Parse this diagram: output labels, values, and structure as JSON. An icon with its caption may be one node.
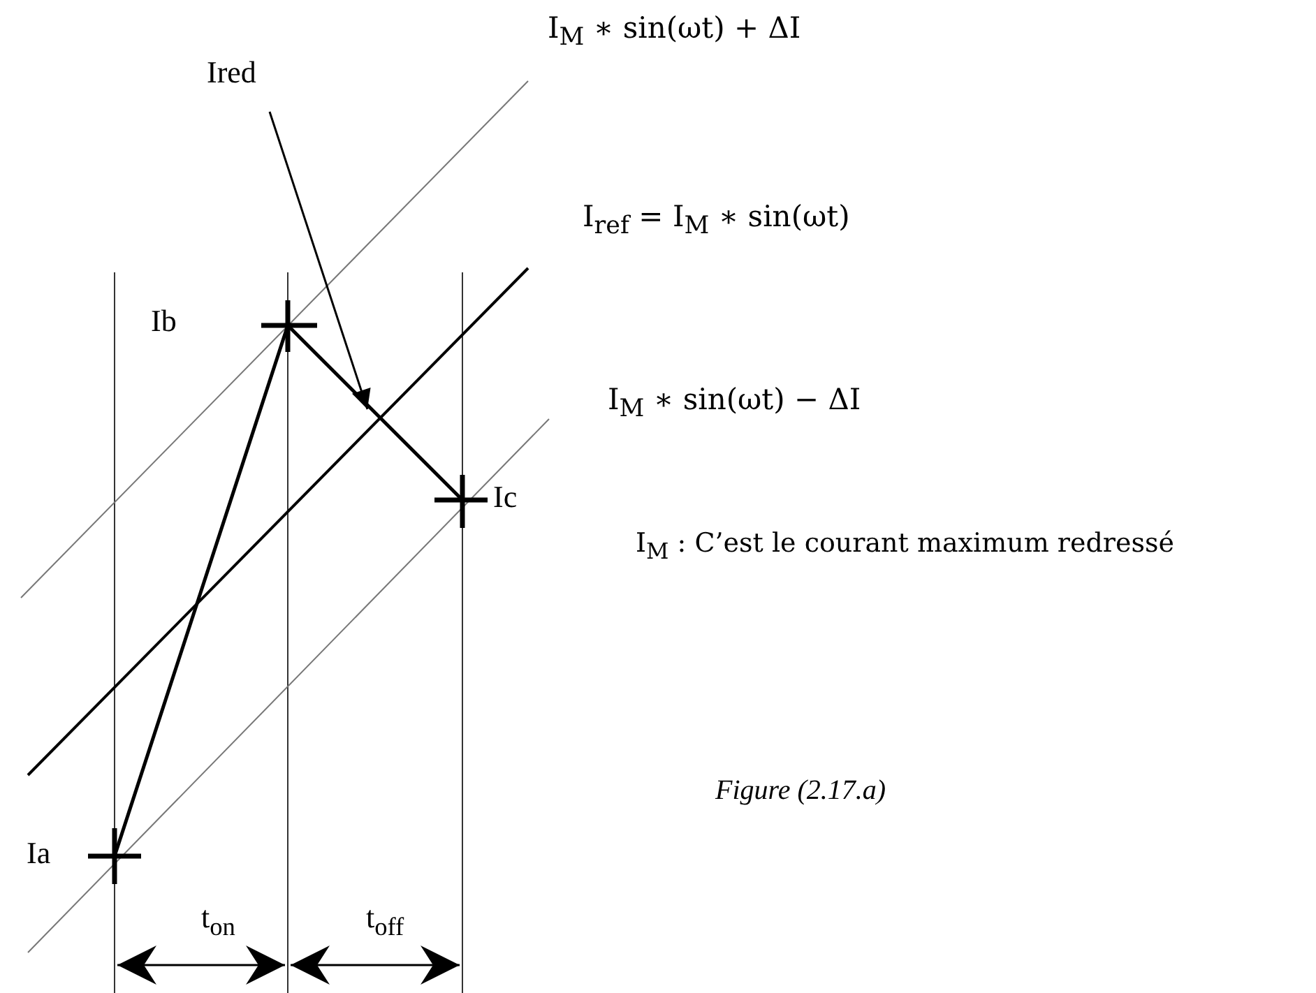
{
  "diagram": {
    "caption": "Figure (2.17.a)",
    "nodes": [
      {
        "text": [
          "Ired"
        ]
      },
      {
        "text": [],
        "shape": "line"
      }
    ],
    "edges": [
      {
        "from": 0,
        "to": 1,
        "arrow": "to"
      }
    ],
    "labels": [
      "I$_{M}$ ∗ sin(ωt) + ΔI",
      "I$_{ref}$ = I$_{M}$ ∗ sin(ωt)",
      "Ib",
      "I$_{M}$ ∗ sin(ωt) − ΔI",
      "Ic",
      "I$_{M}$ : C’est le courant maximum redressé",
      "Ia",
      "t$_{on}$",
      "t$_{off}$"
    ]
  }
}
